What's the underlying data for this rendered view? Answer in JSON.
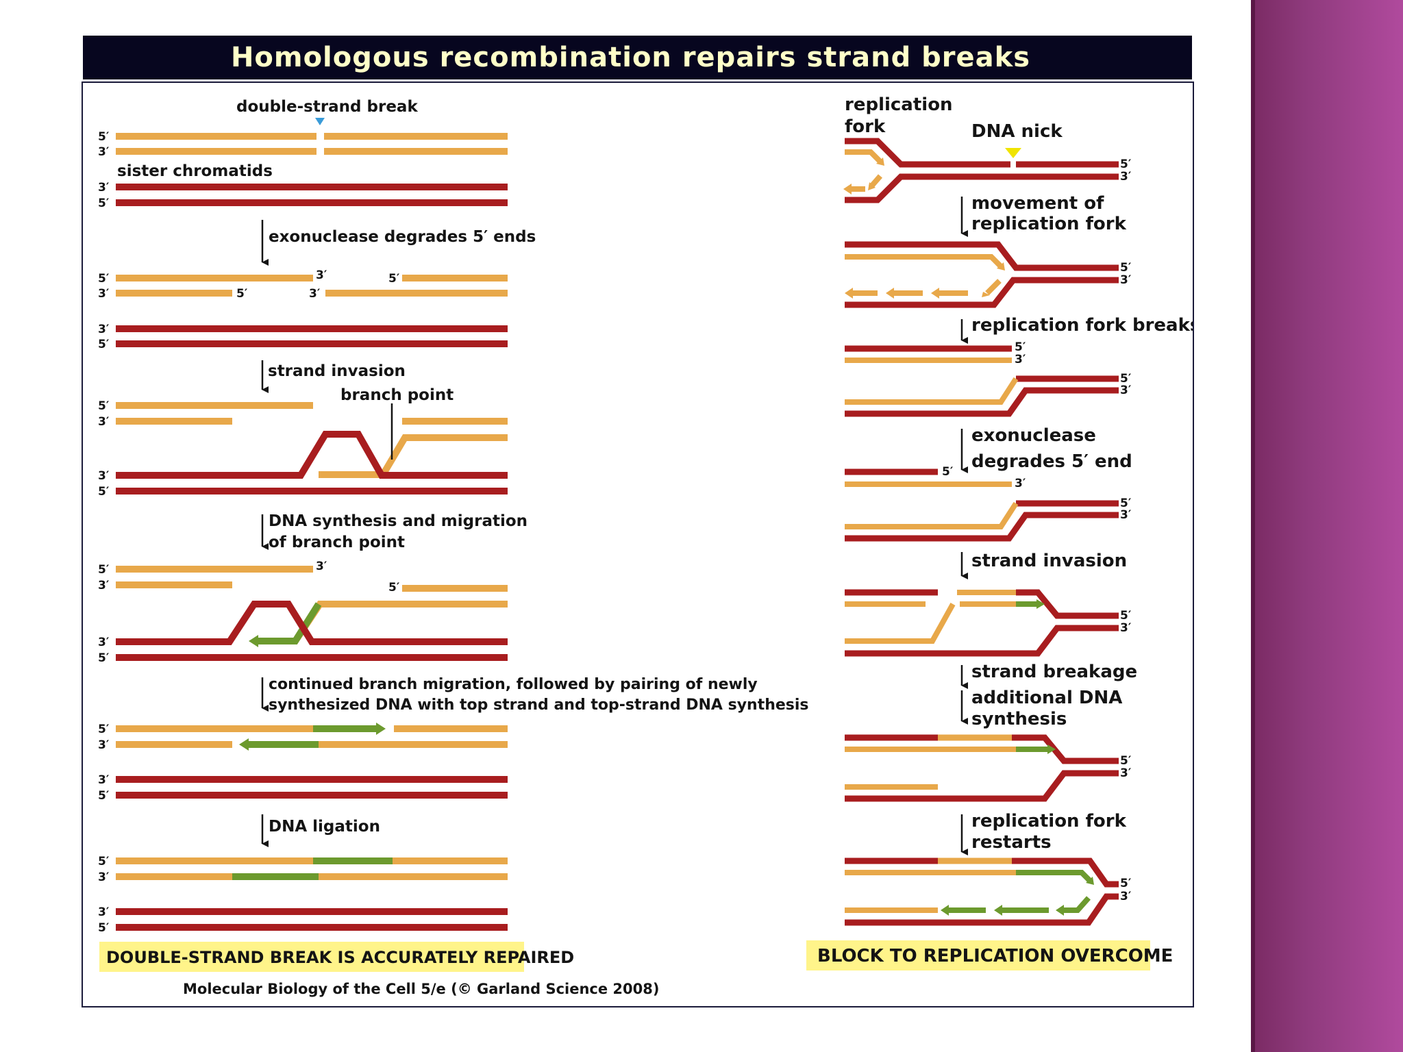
{
  "title": "Homologous recombination repairs strand breaks",
  "colors": {
    "template": "#a81d1f",
    "new_strand": "#e8a84a",
    "synth": "#6c9a2e",
    "highlight": "#fff48a",
    "blue_marker": "#3a9bd8",
    "yellow_marker": "#f0e400"
  },
  "icons": [
    "arrow-down-icon",
    "break-marker-icon",
    "nick-marker-icon"
  ],
  "left": {
    "labels": {
      "dsb": "double-strand break",
      "sister": "sister chromatids",
      "exo": "exonuclease degrades 5′ ends",
      "invasion": "strand invasion",
      "branch": "branch point",
      "synth1": "DNA synthesis and migration",
      "synth2": "of branch point",
      "cont1": "continued branch migration, followed by pairing of newly",
      "cont2": "synthesized DNA with top strand and top-strand DNA synthesis",
      "ligation": "DNA ligation"
    },
    "outcome": "DOUBLE-STRAND BREAK IS ACCURATELY REPAIRED"
  },
  "right": {
    "labels": {
      "fork1": "replication",
      "fork2": "fork",
      "nick": "DNA nick",
      "move1": "movement of",
      "move2": "replication fork",
      "breaks": "replication fork breaks",
      "exo1": "exonuclease",
      "exo2": "degrades 5′ end",
      "invasion": "strand invasion",
      "breakage": "strand breakage",
      "add1": "additional DNA",
      "add2": "synthesis",
      "restart1": "replication fork",
      "restart2": "restarts"
    },
    "outcome": "BLOCK TO REPLICATION OVERCOME"
  },
  "ends": {
    "five": "5′",
    "three": "3′"
  },
  "credit": "Molecular Biology of the Cell 5/e (© Garland Science 2008)"
}
